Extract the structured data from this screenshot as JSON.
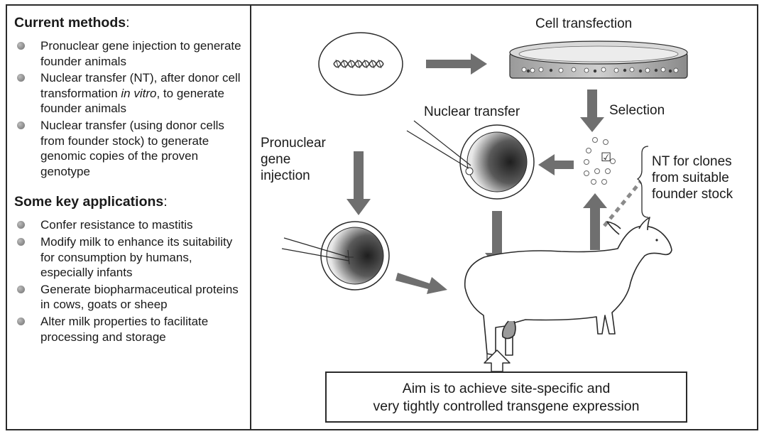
{
  "current_methods": {
    "heading": "Current methods",
    "colon": ":",
    "items": [
      {
        "pre": "Pronuclear gene injection to generate founder animals"
      },
      {
        "pre": "Nuclear transfer (NT), after donor cell transformation ",
        "em": "in vitro",
        "post": ", to generate founder animals"
      },
      {
        "pre": "Nuclear transfer (using donor cells from founder stock) to generate genomic copies of the proven genotype"
      }
    ]
  },
  "key_applications": {
    "heading": "Some key applications",
    "colon": ":",
    "items": [
      "Confer resistance to mastitis",
      "Modify milk to enhance its suitability for consumption by humans, especially infants",
      "Generate biopharmaceutical proteins in cows, goats or sheep",
      "Alter milk properties to facilitate processing and storage"
    ]
  },
  "diagram": {
    "cell_transfection": "Cell transfection",
    "nuclear_transfer": "Nuclear transfer",
    "selection": "Selection",
    "pronuclear_injection": [
      "Pronuclear",
      "gene",
      "injection"
    ],
    "nt_clones": [
      "NT for clones",
      "from suitable",
      "founder stock"
    ],
    "checkbox": "☑",
    "aim": [
      "Aim is to achieve site-specific and",
      "very tightly controlled transgene expression"
    ]
  },
  "colors": {
    "arrow": "#6f6f6f",
    "outline": "#2a2a2a",
    "bullet": "#8a8a8a"
  }
}
